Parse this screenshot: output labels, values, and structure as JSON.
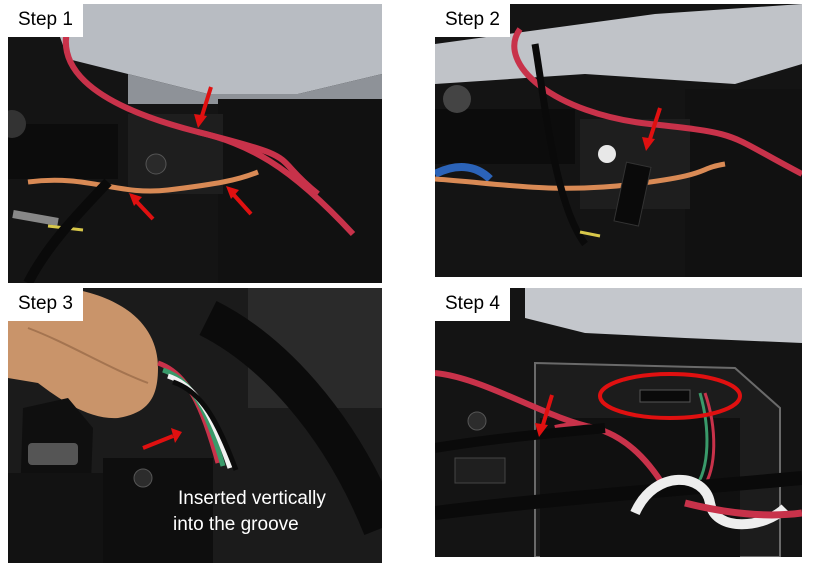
{
  "steps": [
    {
      "label": "Step 1"
    },
    {
      "label": "Step 2"
    },
    {
      "label": "Step 3",
      "caption_line1": "Inserted vertically",
      "caption_line2": "into the groove"
    },
    {
      "label": "Step 4"
    }
  ],
  "colors": {
    "arrow": "#e01010",
    "wire_red": "#c8324a",
    "wire_orange": "#d98a55",
    "plastic_black": "#1a1a1a",
    "housing_gray": "#b8bcc2"
  }
}
